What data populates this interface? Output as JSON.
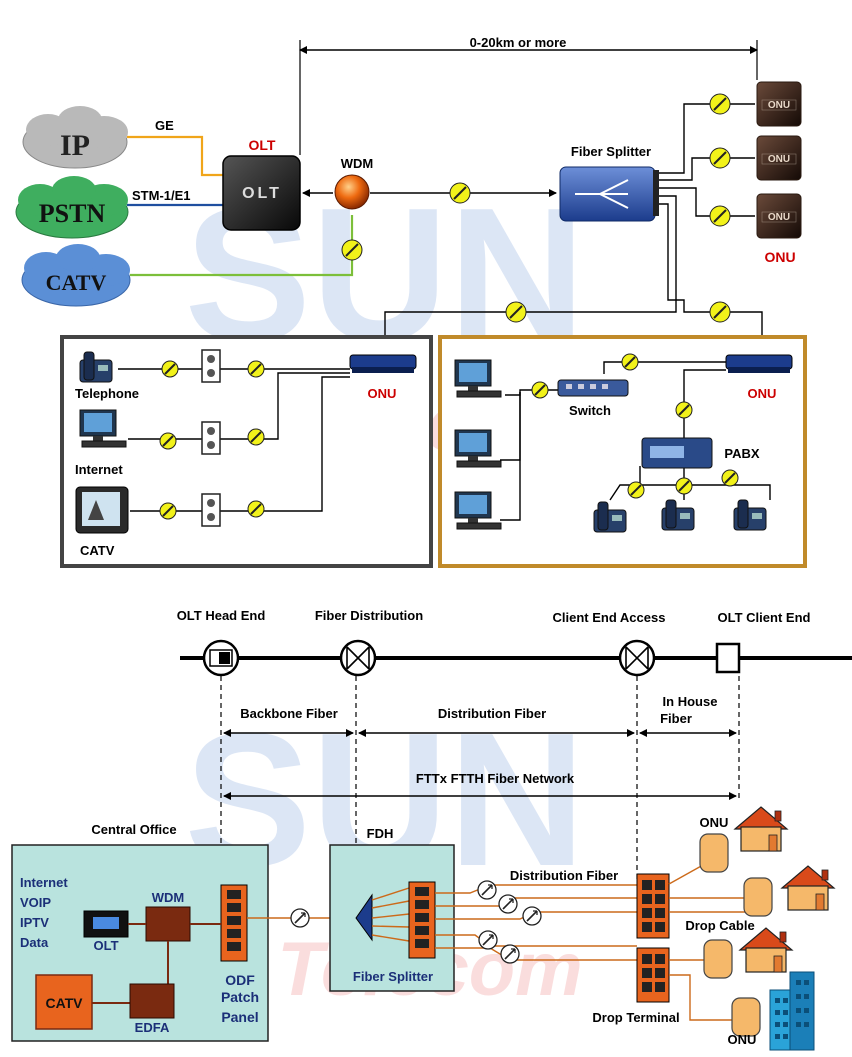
{
  "top": {
    "distance": "0-20km or more",
    "clouds": {
      "ip": "IP",
      "pstn": "PSTN",
      "catv": "CATV"
    },
    "links": {
      "ge": "GE",
      "stm": "STM-1/E1"
    },
    "olt_label": "OLT",
    "olt_box": "OLT",
    "wdm_label": "WDM",
    "splitter_label": "Fiber Splitter",
    "onu_box": "ONU",
    "onu_label": "ONU",
    "left_box": {
      "telephone": "Telephone",
      "internet": "Internet",
      "catv": "CATV",
      "onu": "ONU"
    },
    "right_box": {
      "switch": "Switch",
      "onu": "ONU",
      "pabx": "PABX"
    }
  },
  "timeline": {
    "olt_head_end": "OLT Head End",
    "fiber_distribution": "Fiber Distribution",
    "client_end_access": "Client End Access",
    "olt_client_end": "OLT Client End",
    "backbone_fiber": "Backbone Fiber",
    "distribution_fiber": "Distribution Fiber",
    "in_house_line1": "In House",
    "in_house_line2": "Fiber",
    "network": "FTTx FTTH Fiber Network"
  },
  "bottom": {
    "central_office": "Central Office",
    "services": [
      "Internet",
      "VOIP",
      "IPTV",
      "Data"
    ],
    "wdm": "WDM",
    "olt": "OLT",
    "catv": "CATV",
    "edfa": "EDFA",
    "odf": [
      "ODF",
      "Patch",
      "Panel"
    ],
    "fdh": "FDH",
    "fiber_splitter": "Fiber Splitter",
    "distribution_fiber": "Distribution Fiber",
    "drop_cable": "Drop Cable",
    "drop_terminal": "Drop Terminal",
    "onu": "ONU"
  },
  "watermark": {
    "line1": "SUN",
    "line2": "Telecom"
  },
  "colors": {
    "red_label": "#cc0000",
    "teal_box": "#b9e3de",
    "orange_box": "#e8641e",
    "brown_box": "#7a2a10",
    "wdm_orb": "#e65c00",
    "fiber_orange": "#cc6a1a",
    "connector_yellow": "#f2f21a"
  }
}
